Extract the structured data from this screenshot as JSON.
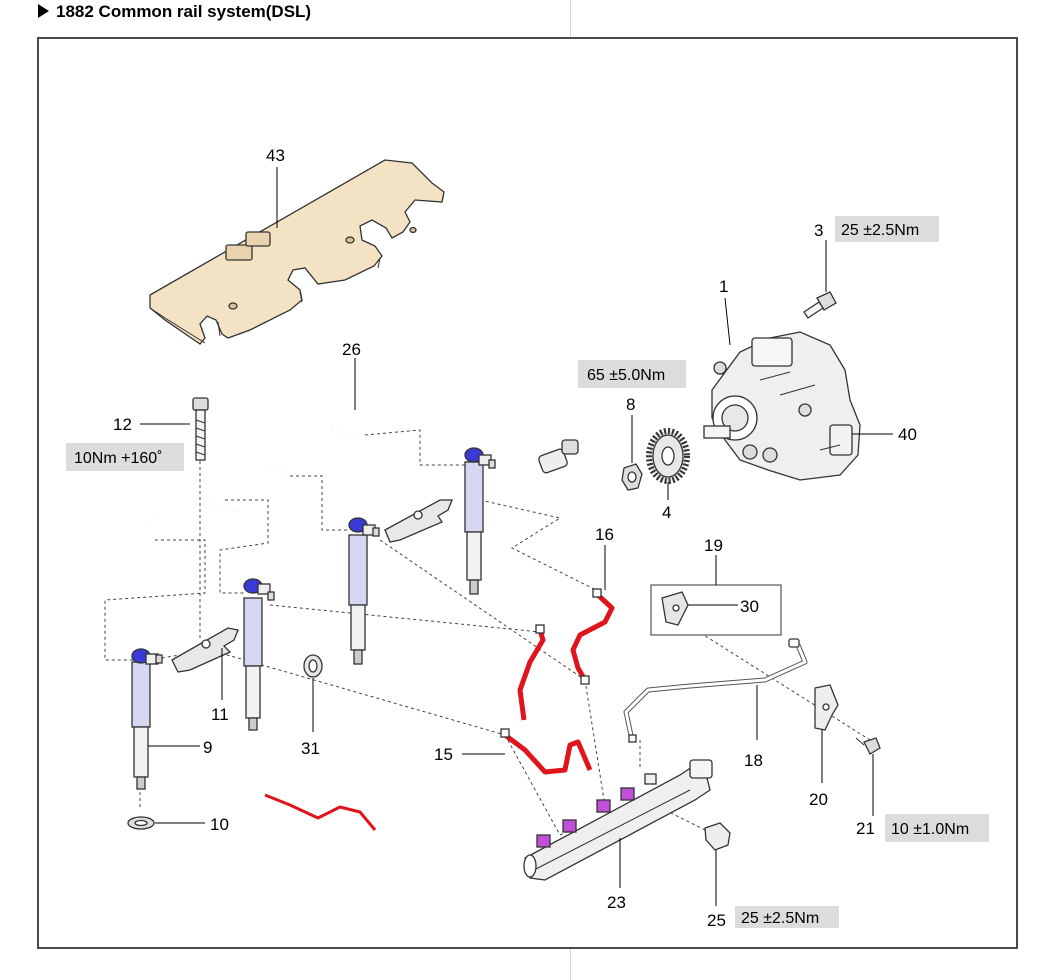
{
  "header": {
    "title": "1882 Common rail system(DSL)"
  },
  "callouts": {
    "c1": "1",
    "c3": "3",
    "c4": "4",
    "c8": "8",
    "c9": "9",
    "c10": "10",
    "c11": "11",
    "c12": "12",
    "c15": "15",
    "c16": "16",
    "c18": "18",
    "c19": "19",
    "c20": "20",
    "c21": "21",
    "c23": "23",
    "c25": "25",
    "c26": "26",
    "c30": "30",
    "c31": "31",
    "c40": "40",
    "c43": "43"
  },
  "torque_specs": {
    "bolt_3": "25 ±2.5Nm",
    "nut_8": "65 ±5.0Nm",
    "bolt_12": "10Nm +160˚",
    "bolt_21": "10 ±1.0Nm",
    "bolt_25": "25 ±2.5Nm"
  },
  "colors": {
    "cover": "#f3e2c4",
    "injector_cap": "#3a3ad8",
    "injector_body": "#d6d8f2",
    "rail_port": "#c050d8",
    "high_pressure_pipe": "#e0141c"
  }
}
